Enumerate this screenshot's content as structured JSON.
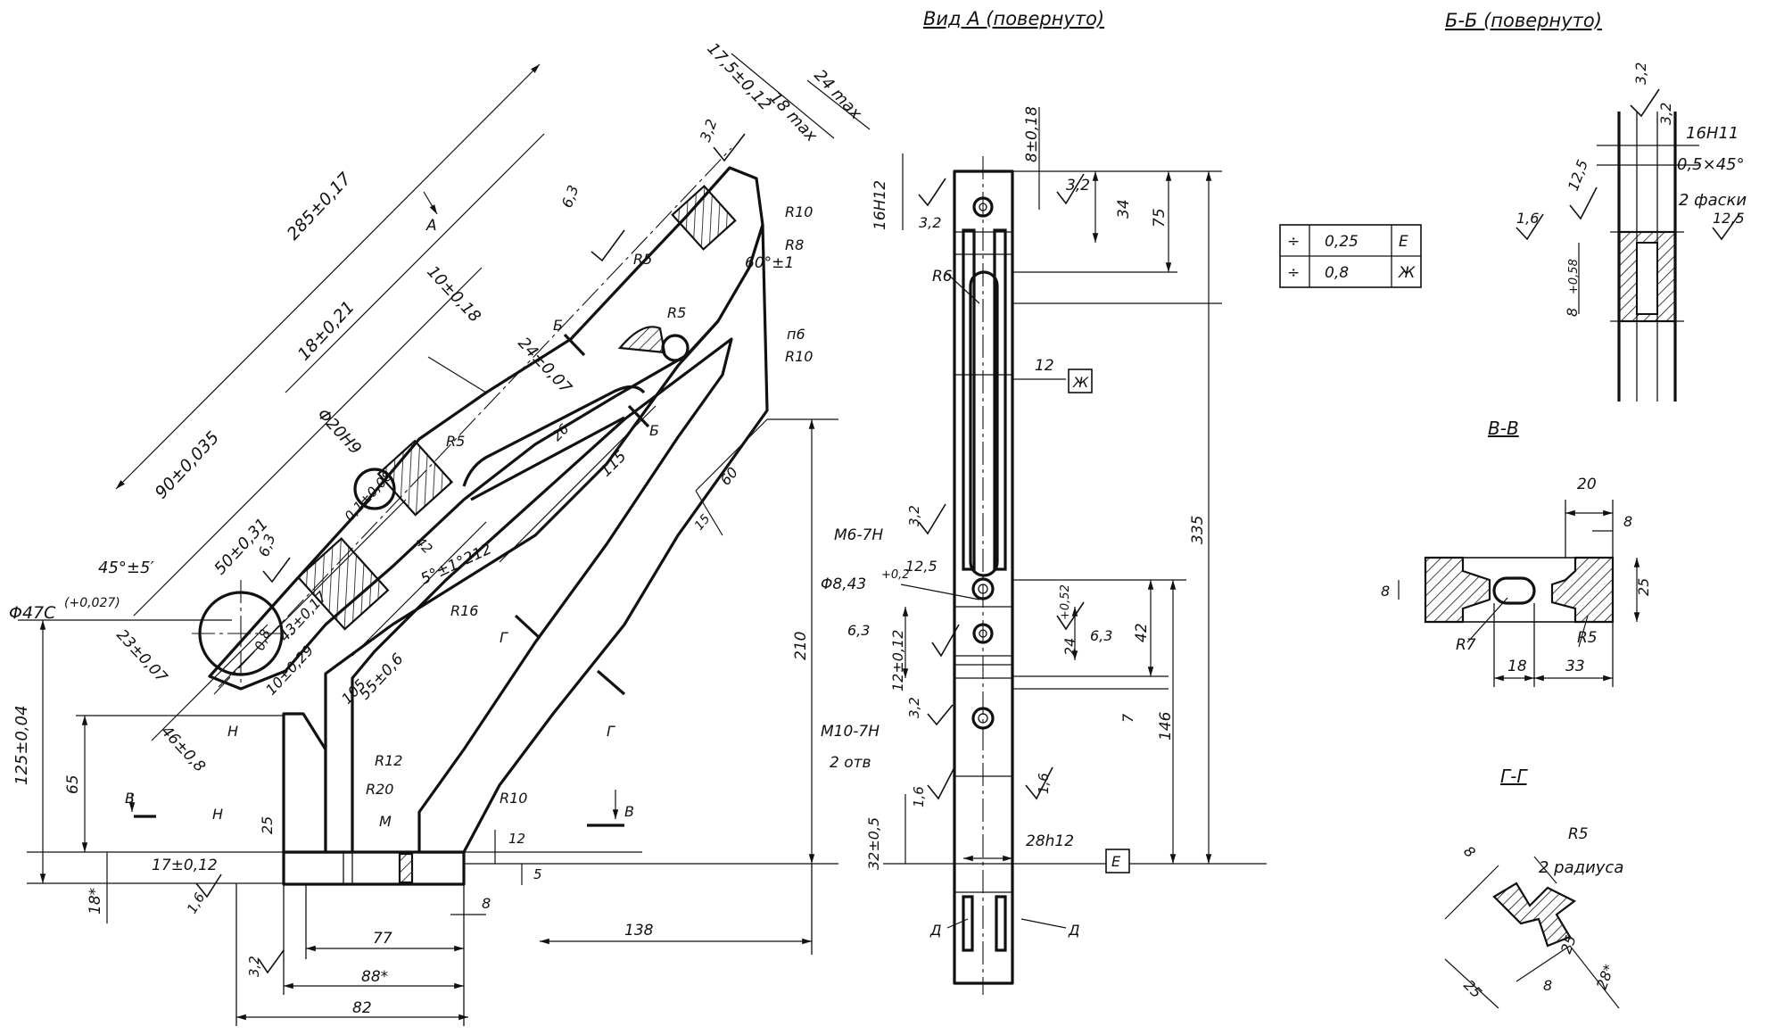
{
  "main_view": {
    "dims": {
      "d_285": "285±0,17",
      "d_17_5": "17,5±0,12",
      "d_18max": "18 max",
      "d_24max": "24 max",
      "d_18_021": "18±0,21",
      "d_10_018": "10±0,18",
      "d_24_007": "24±0,07",
      "d_90": "90±0,035",
      "d_phi20": "Φ20H9",
      "d_0_08": "0,1±0,08",
      "d_50": "50±0,31",
      "d_45deg": "45°±5′",
      "d_phi47": "Φ47С",
      "d_phi47_tol": "(+0,027)",
      "d_23": "23±0,07",
      "d_43": "43±0,17",
      "d_10_029": "10±0,29",
      "d_55": "55±0,6",
      "d_105": "105",
      "d_46": "46±0,8",
      "d_125": "125±0,04",
      "d_65": "65",
      "d_18star": "18*",
      "d_17": "17±0,12",
      "d_25": "25",
      "d_77": "77",
      "d_88": "88*",
      "d_82": "82",
      "d_8": "8",
      "d_138": "138",
      "d_210": "210",
      "d_12": "12",
      "d_5": "5",
      "d_115": "115",
      "d_26": "26",
      "d_42": "42",
      "d_60": "60",
      "d_15": "15",
      "d_5deg": "5°±1°212",
      "d_60deg": "60°±1",
      "d_R5a": "R5",
      "d_R5b": "R5",
      "d_R5c": "R5",
      "d_R10a": "R10",
      "d_R8": "R8",
      "d_p6": "п6",
      "d_R10b": "R10",
      "d_R16": "R16",
      "d_R12": "R12",
      "d_R20": "R20",
      "d_R10c": "R10",
      "d_M": "М",
      "d_H1": "Н",
      "d_H2": "Н",
      "r_6_3a": "6,3",
      "r_3_2": "3,2",
      "r_6_3b": "6,3",
      "r_0_8": "0,8",
      "r_1_6": "1,6",
      "r_3_2b": "3,2"
    },
    "labels": {
      "view_A": "А",
      "sect_B1": "Б",
      "sect_B2": "Б",
      "sect_G1": "Г",
      "sect_G2": "Г",
      "sect_V1": "В",
      "sect_V2": "В"
    }
  },
  "view_a": {
    "title": "Вид А (повернуто)",
    "dims": {
      "d_8_018": "8±0,18",
      "d_3_2a": "3,2",
      "d_34": "34",
      "d_75": "75",
      "d_16H12": "16Н12",
      "d_3_2b": "3,2",
      "d_R6": "R6",
      "d_12": "12",
      "d_Zh": "Ж",
      "d_335": "335",
      "d_M6": "М6-7Н",
      "d_3_2c": "3,2",
      "d_phi8": "Φ8,43",
      "d_phi8_tol": "+0,2",
      "d_12_5": "12,5",
      "d_24_052": "24",
      "d_24_tol": "+0,52",
      "d_6_3a": "6,3",
      "d_6_3b": "6,3",
      "d_42": "42",
      "d_12_012": "12±0,12",
      "d_7": "7",
      "d_146": "146",
      "d_M10": "М10-7Н",
      "d_2otv": "2 отв",
      "d_3_2d": "3,2",
      "d_1_6a": "1,6",
      "d_1_6b": "1,6",
      "d_32": "32±0,5",
      "d_28h12": "28h12",
      "d_E": "Е",
      "d_D1": "Д",
      "d_D2": "Д"
    }
  },
  "tolerances": [
    {
      "value": "0,25",
      "datum": "Е"
    },
    {
      "value": "0,8",
      "datum": "Ж"
    }
  ],
  "section_bb": {
    "title": "Б-Б (повернуто)",
    "dims": {
      "d_3_2a": "3,2",
      "d_3_2b": "3,2",
      "d_16H11": "16Н11",
      "d_chamfer": "0,5×45°",
      "d_2faski": "2 фаски",
      "d_12_5a": "12,5",
      "d_1_6": "1,6",
      "d_12_5b": "12,5",
      "d_8_058": "8",
      "d_8_tol": "+0,58"
    }
  },
  "section_vv": {
    "title": "В-В",
    "dims": {
      "d_20": "20",
      "d_8a": "8",
      "d_8b": "8",
      "d_25": "25",
      "d_R7": "R7",
      "d_R5": "R5",
      "d_18": "18",
      "d_33": "33"
    }
  },
  "section_gg": {
    "title": "Г-Г",
    "dims": {
      "d_R5": "R5",
      "d_2rad": "2 радиуса",
      "d_8a": "8",
      "d_25a": "25",
      "d_28": "28*",
      "d_25b": "25",
      "d_8b": "8"
    }
  }
}
